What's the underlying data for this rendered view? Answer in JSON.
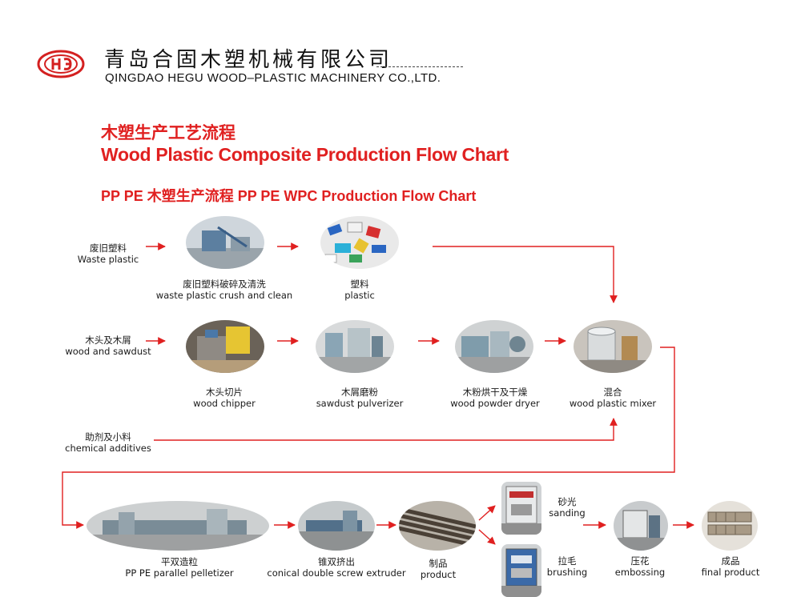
{
  "header": {
    "company_cn": "青岛合固木塑机械有限公司",
    "company_en": "QINGDAO HEGU WOOD–PLASTIC MACHINERY CO.,LTD."
  },
  "titles": {
    "cn": "木塑生产工艺流程",
    "en": "Wood Plastic Composite Production Flow Chart",
    "sub": "PP PE 木塑生产流程  PP PE WPC Production Flow Chart"
  },
  "inputs": {
    "waste_plastic": {
      "cn": "废旧塑料",
      "en": "Waste plastic"
    },
    "wood": {
      "cn": "木头及木屑",
      "en": "wood and sawdust"
    },
    "additives": {
      "cn": "助剂及小料",
      "en": "chemical additives"
    }
  },
  "steps": {
    "crush": {
      "cn": "废旧塑料破碎及清洗",
      "en": "waste plastic crush and clean"
    },
    "plastic": {
      "cn": "塑料",
      "en": "plastic"
    },
    "chipper": {
      "cn": "木头切片",
      "en": "wood chipper"
    },
    "pulverizer": {
      "cn": "木屑磨粉",
      "en": "sawdust pulverizer"
    },
    "dryer": {
      "cn": "木粉烘干及干燥",
      "en": "wood powder dryer"
    },
    "mixer": {
      "cn": "混合",
      "en": "wood plastic mixer"
    },
    "pelletizer": {
      "cn": "平双造粒",
      "en": "PP PE parallel pelletizer"
    },
    "extruder": {
      "cn": "锥双挤出",
      "en": "conical double screw extruder"
    },
    "product": {
      "cn": "制品",
      "en": "product"
    },
    "sanding": {
      "cn": "砂光",
      "en": "sanding"
    },
    "brushing": {
      "cn": "拉毛",
      "en": "brushing"
    },
    "embossing": {
      "cn": "压花",
      "en": "embossing"
    },
    "final": {
      "cn": "成品",
      "en": "final product"
    }
  },
  "colors": {
    "accent": "#e02020",
    "arrow": "#e02020",
    "text": "#1a1a1a"
  }
}
